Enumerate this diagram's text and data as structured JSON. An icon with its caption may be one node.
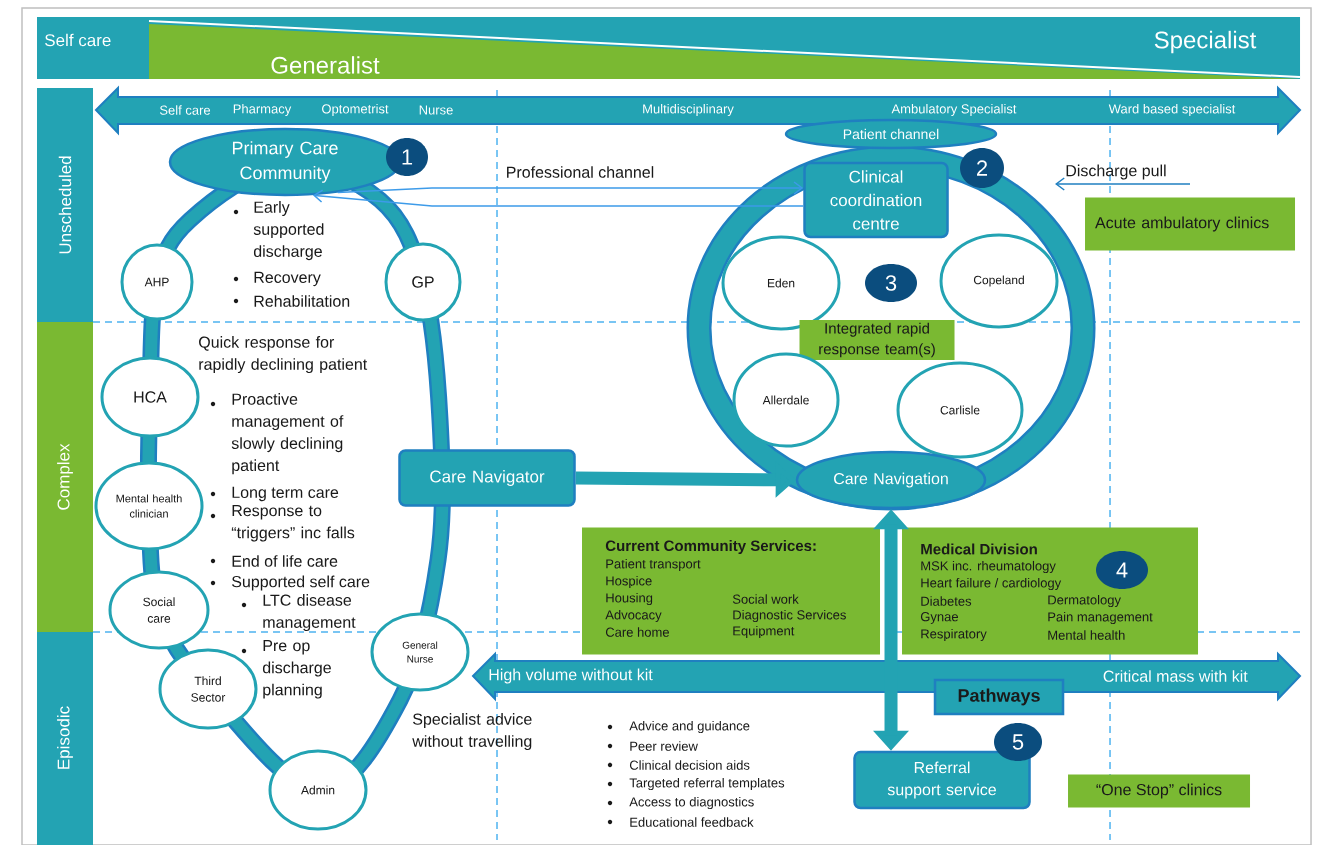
{
  "diagram": {
    "nodes": [
      {
        "text": [
          "Primary Care Community"
        ]
      },
      {
        "text": [
          "1"
        ]
      },
      {
        "text": [
          "AHP"
        ]
      },
      {
        "text": [
          "GP"
        ]
      },
      {
        "text": [
          "HCA"
        ]
      },
      {
        "text": [
          "Mental health clinician"
        ]
      },
      {
        "text": [
          "Social care"
        ]
      },
      {
        "text": [
          "Third Sector"
        ]
      },
      {
        "text": [
          "General Nurse"
        ]
      },
      {
        "text": [
          "Admin"
        ]
      },
      {
        "text": [
          "Care Navigator"
        ]
      },
      {
        "text": [
          "Patient channel"
        ]
      },
      {
        "text": [
          "Clinical coordination centre"
        ]
      },
      {
        "text": [
          "2"
        ]
      },
      {
        "text": [
          "Eden"
        ]
      },
      {
        "text": [
          "3"
        ]
      },
      {
        "text": [
          "Copeland"
        ]
      },
      {
        "text": [
          "Integrated rapid response team(s)"
        ]
      },
      {
        "text": [
          "Allerdale"
        ]
      },
      {
        "text": [
          "Carlisle"
        ]
      },
      {
        "text": [
          "Care Navigation"
        ]
      },
      {
        "text": [
          "Acute ambulatory clinics"
        ]
      },
      {
        "text": [
          "Current Community Services:",
          "Patient transport",
          "Hospice",
          "Housing",
          "Social work",
          "Advocacy",
          "Diagnostic Services",
          "Care home",
          "Equipment"
        ]
      },
      {
        "text": [
          "Medical Division",
          "MSK inc. rheumatology",
          "Heart failure / cardiology",
          "Diabetes",
          "Dermatology",
          "Gynae",
          "Pain management",
          "Respiratory",
          "Mental health"
        ]
      },
      {
        "text": [
          "4"
        ],
        "in": 23
      },
      {
        "text": [
          "Pathways"
        ]
      },
      {
        "text": [
          "Referral support service"
        ]
      },
      {
        "text": [
          "5"
        ]
      },
      {
        "text": [
          "“One Stop” clinics"
        ]
      }
    ],
    "edges": [
      {
        "from": 0,
        "to": 12,
        "arrow": "to",
        "label": "Professional channel",
        "color": "#3d9be9"
      },
      {
        "from": 12,
        "to": 0,
        "arrow": "to",
        "color": "#3d9be9"
      },
      {
        "from": 10,
        "to": 20,
        "arrow": "to",
        "style": "thick"
      },
      {
        "from": 20,
        "to": 26,
        "arrow": "both",
        "style": "thick"
      }
    ],
    "labels": [
      "Self care",
      "Generalist",
      "Specialist",
      "Self care",
      "Pharmacy",
      "Optometrist",
      "Nurse",
      "Multidisciplinary",
      "Ambulatory Specialist",
      "Ward based specialist",
      "Unscheduled",
      "Complex",
      "Episodic",
      "Early supported discharge",
      "Recovery",
      "Rehabilitation",
      "Quick response for rapidly declining patient",
      "Proactive management of slowly declining patient",
      "Long term care",
      "Response to “triggers” inc falls",
      "End of life care",
      "Supported self care",
      "LTC disease management",
      "Pre op discharge planning",
      "Discharge pull",
      "High volume without kit",
      "Critical mass with kit",
      "Specialist advice without travelling",
      "Advice and guidance",
      "Peer review",
      "Clinical decision aids",
      "Targeted referral templates",
      "Access to diagnostics",
      "Educational feedback"
    ]
  }
}
